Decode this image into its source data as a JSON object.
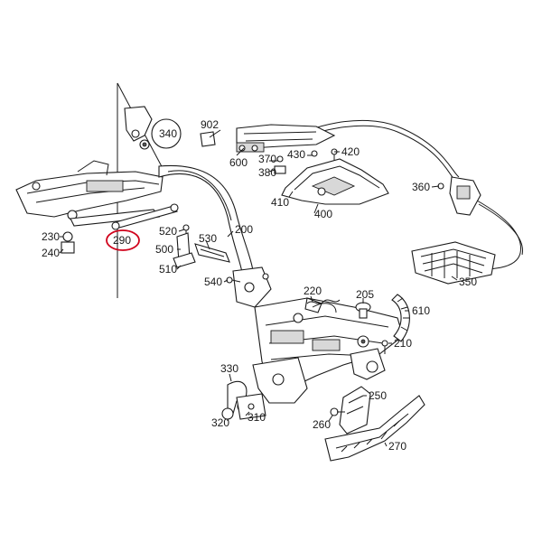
{
  "diagram": {
    "labels": {
      "l340": "340",
      "l902": "902",
      "l600": "600",
      "l370": "370",
      "l430": "430",
      "l420": "420",
      "l380": "380",
      "l360": "360",
      "l410": "410",
      "l400": "400",
      "l230": "230",
      "l290": "290",
      "l240": "240",
      "l520": "520",
      "l530": "530",
      "l200": "200",
      "l500": "500",
      "l510": "510",
      "l350": "350",
      "l540": "540",
      "l220": "220",
      "l205": "205",
      "l610": "610",
      "l210": "210",
      "l330": "330",
      "l250": "250",
      "l260": "260",
      "l320": "320",
      "l310": "310",
      "l270": "270"
    },
    "highlight": {
      "part": "290",
      "color": "#d0021b"
    }
  }
}
